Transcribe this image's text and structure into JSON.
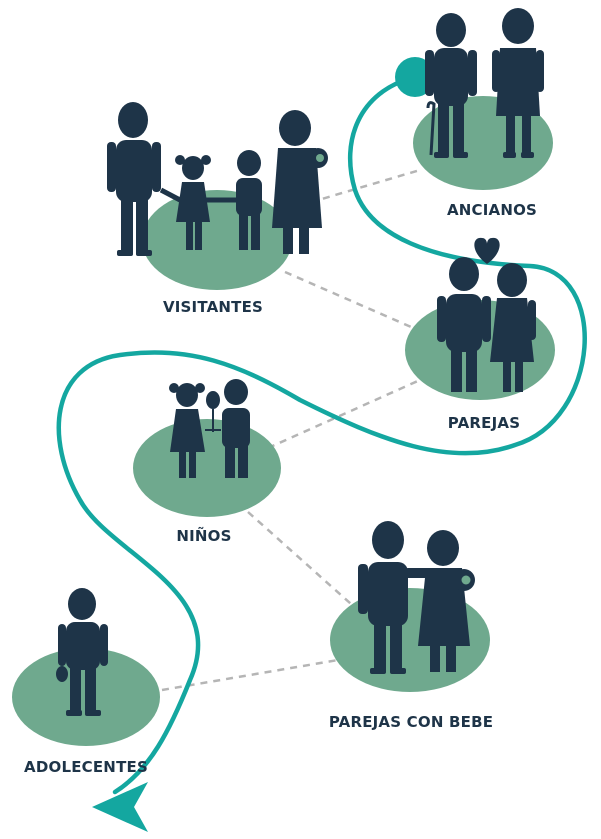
{
  "colors": {
    "ink": "#1e3448",
    "disc": "#6fa98e",
    "path": "#14a7a0",
    "connector": "#b5b5b5",
    "heart": "#1e3448"
  },
  "groups": {
    "ancianos": "ANCIANOS",
    "visitantes": "VISITANTES",
    "parejas": "PAREJAS",
    "ninos": "NIÑOS",
    "parejas_con_bebe": "PAREJAS CON BEBE",
    "adolecentes": "ADOLECENTES"
  }
}
